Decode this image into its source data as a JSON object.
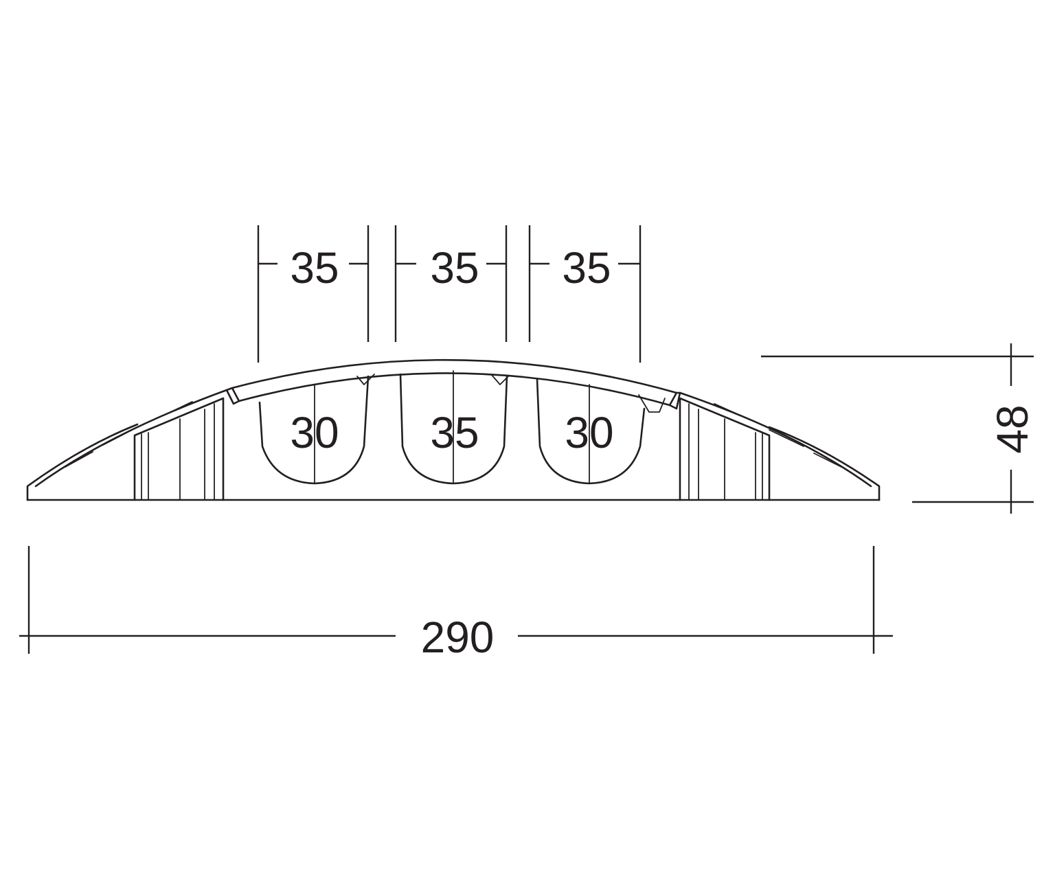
{
  "dimensions": {
    "top_channel_width_1": "35",
    "top_channel_width_2": "35",
    "top_channel_width_3": "35",
    "channel_1_height": "30",
    "channel_2_height": "35",
    "channel_3_height": "30",
    "overall_width": "290",
    "overall_height": "48"
  },
  "colors": {
    "line": "#231f20",
    "background": "#ffffff"
  }
}
